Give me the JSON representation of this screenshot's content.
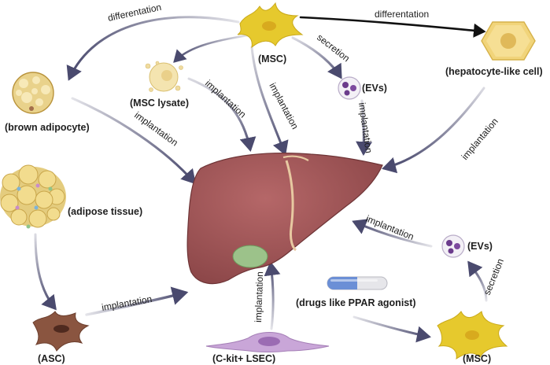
{
  "labels": {
    "msc_top": "(MSC)",
    "msc_lysate": "(MSC lysate)",
    "evs_top": "(EVs)",
    "hepatocyte": "(hepatocyte-like cell)",
    "brown_adipocyte": "(brown adipocyte)",
    "adipose_tissue": "(adipose tissue)",
    "asc": "(ASC)",
    "ckit_lsec": "(C-kit+ LSEC)",
    "drugs": "(drugs like PPAR agonist)",
    "msc_bottom": "(MSC)",
    "evs_right": "(EVs)"
  },
  "arrows": {
    "diff_left": "differentation",
    "diff_right": "differentation",
    "secretion_top": "secretion",
    "secretion_right": "secretion",
    "impl_lysate": "implantation",
    "impl_msc": "implantation",
    "impl_evs": "implantation",
    "impl_hepatocyte": "implantation",
    "impl_brown": "implantation",
    "impl_asc": "implantation",
    "impl_lsec": "implantation",
    "impl_evs_right": "implantation"
  },
  "colors": {
    "arrow": "#4a4a6e",
    "liver": "#9b5152",
    "msc": "#e6c92d",
    "adipocyte": "#f2dc8e",
    "asc": "#8a5540",
    "lsec": "#c9a6d8",
    "ev": "#6b3b8c"
  }
}
